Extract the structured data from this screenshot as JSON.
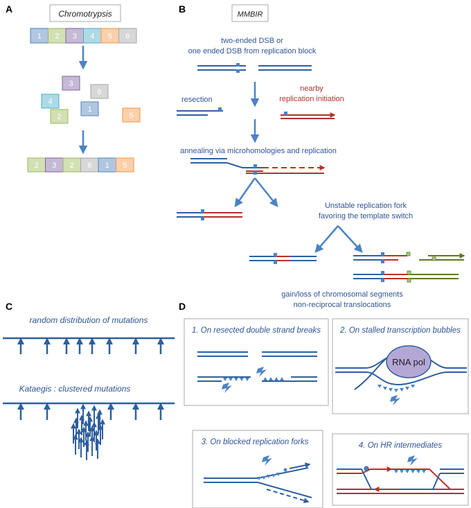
{
  "colors": {
    "blue_strand": "#2f5f9e",
    "red_strand": "#b5312d",
    "green_strand": "#5a7a1e",
    "arrow_blue": "#4b83c6",
    "panel_border": "#aaaaaa",
    "text_blue": "#2f5496",
    "text_red": "#b5312d",
    "seg_1": "#4f81bd",
    "seg_2": "#9bbb59",
    "seg_3": "#8064a2",
    "seg_4": "#4bacc6",
    "seg_5": "#f79646",
    "seg_6": "#a6a6a6",
    "rna_pol": "#b4a7d6"
  },
  "panel_a": {
    "letter": "A",
    "title": "Chromotrypsis",
    "top_segments": [
      "1",
      "2",
      "3",
      "4",
      "5",
      "6"
    ],
    "scattered_segments": [
      "3",
      "6",
      "4",
      "2",
      "1",
      "5"
    ],
    "bottom_segments": [
      "2",
      "3",
      "2",
      "6",
      "1",
      "5"
    ]
  },
  "panel_b": {
    "letter": "B",
    "title": "MMBIR",
    "step1": [
      "two-ended DSB or",
      "one ended DSB from replication block"
    ],
    "resection": "resection",
    "replication_initiation": [
      "nearby",
      "replication initiation"
    ],
    "annealing": "annealing via microhomologies and replication",
    "unstable_fork": [
      "Unstable replication fork",
      "favoring the template switch"
    ],
    "outcome": [
      "gain/loss of chromosomal segments",
      "non-reciprocal translocations"
    ]
  },
  "panel_c": {
    "letter": "C",
    "random_label": "random distribution of mutations",
    "kataegis_label": "Kataegis : clustered mutations"
  },
  "panel_d": {
    "letter": "D",
    "box1": "1. On resected double strand breaks",
    "box2": "2. On stalled transcription bubbles",
    "rna_pol": "RNA pol",
    "box3": "3. On blocked replication forks",
    "box4": "4. On HR intermediates"
  }
}
